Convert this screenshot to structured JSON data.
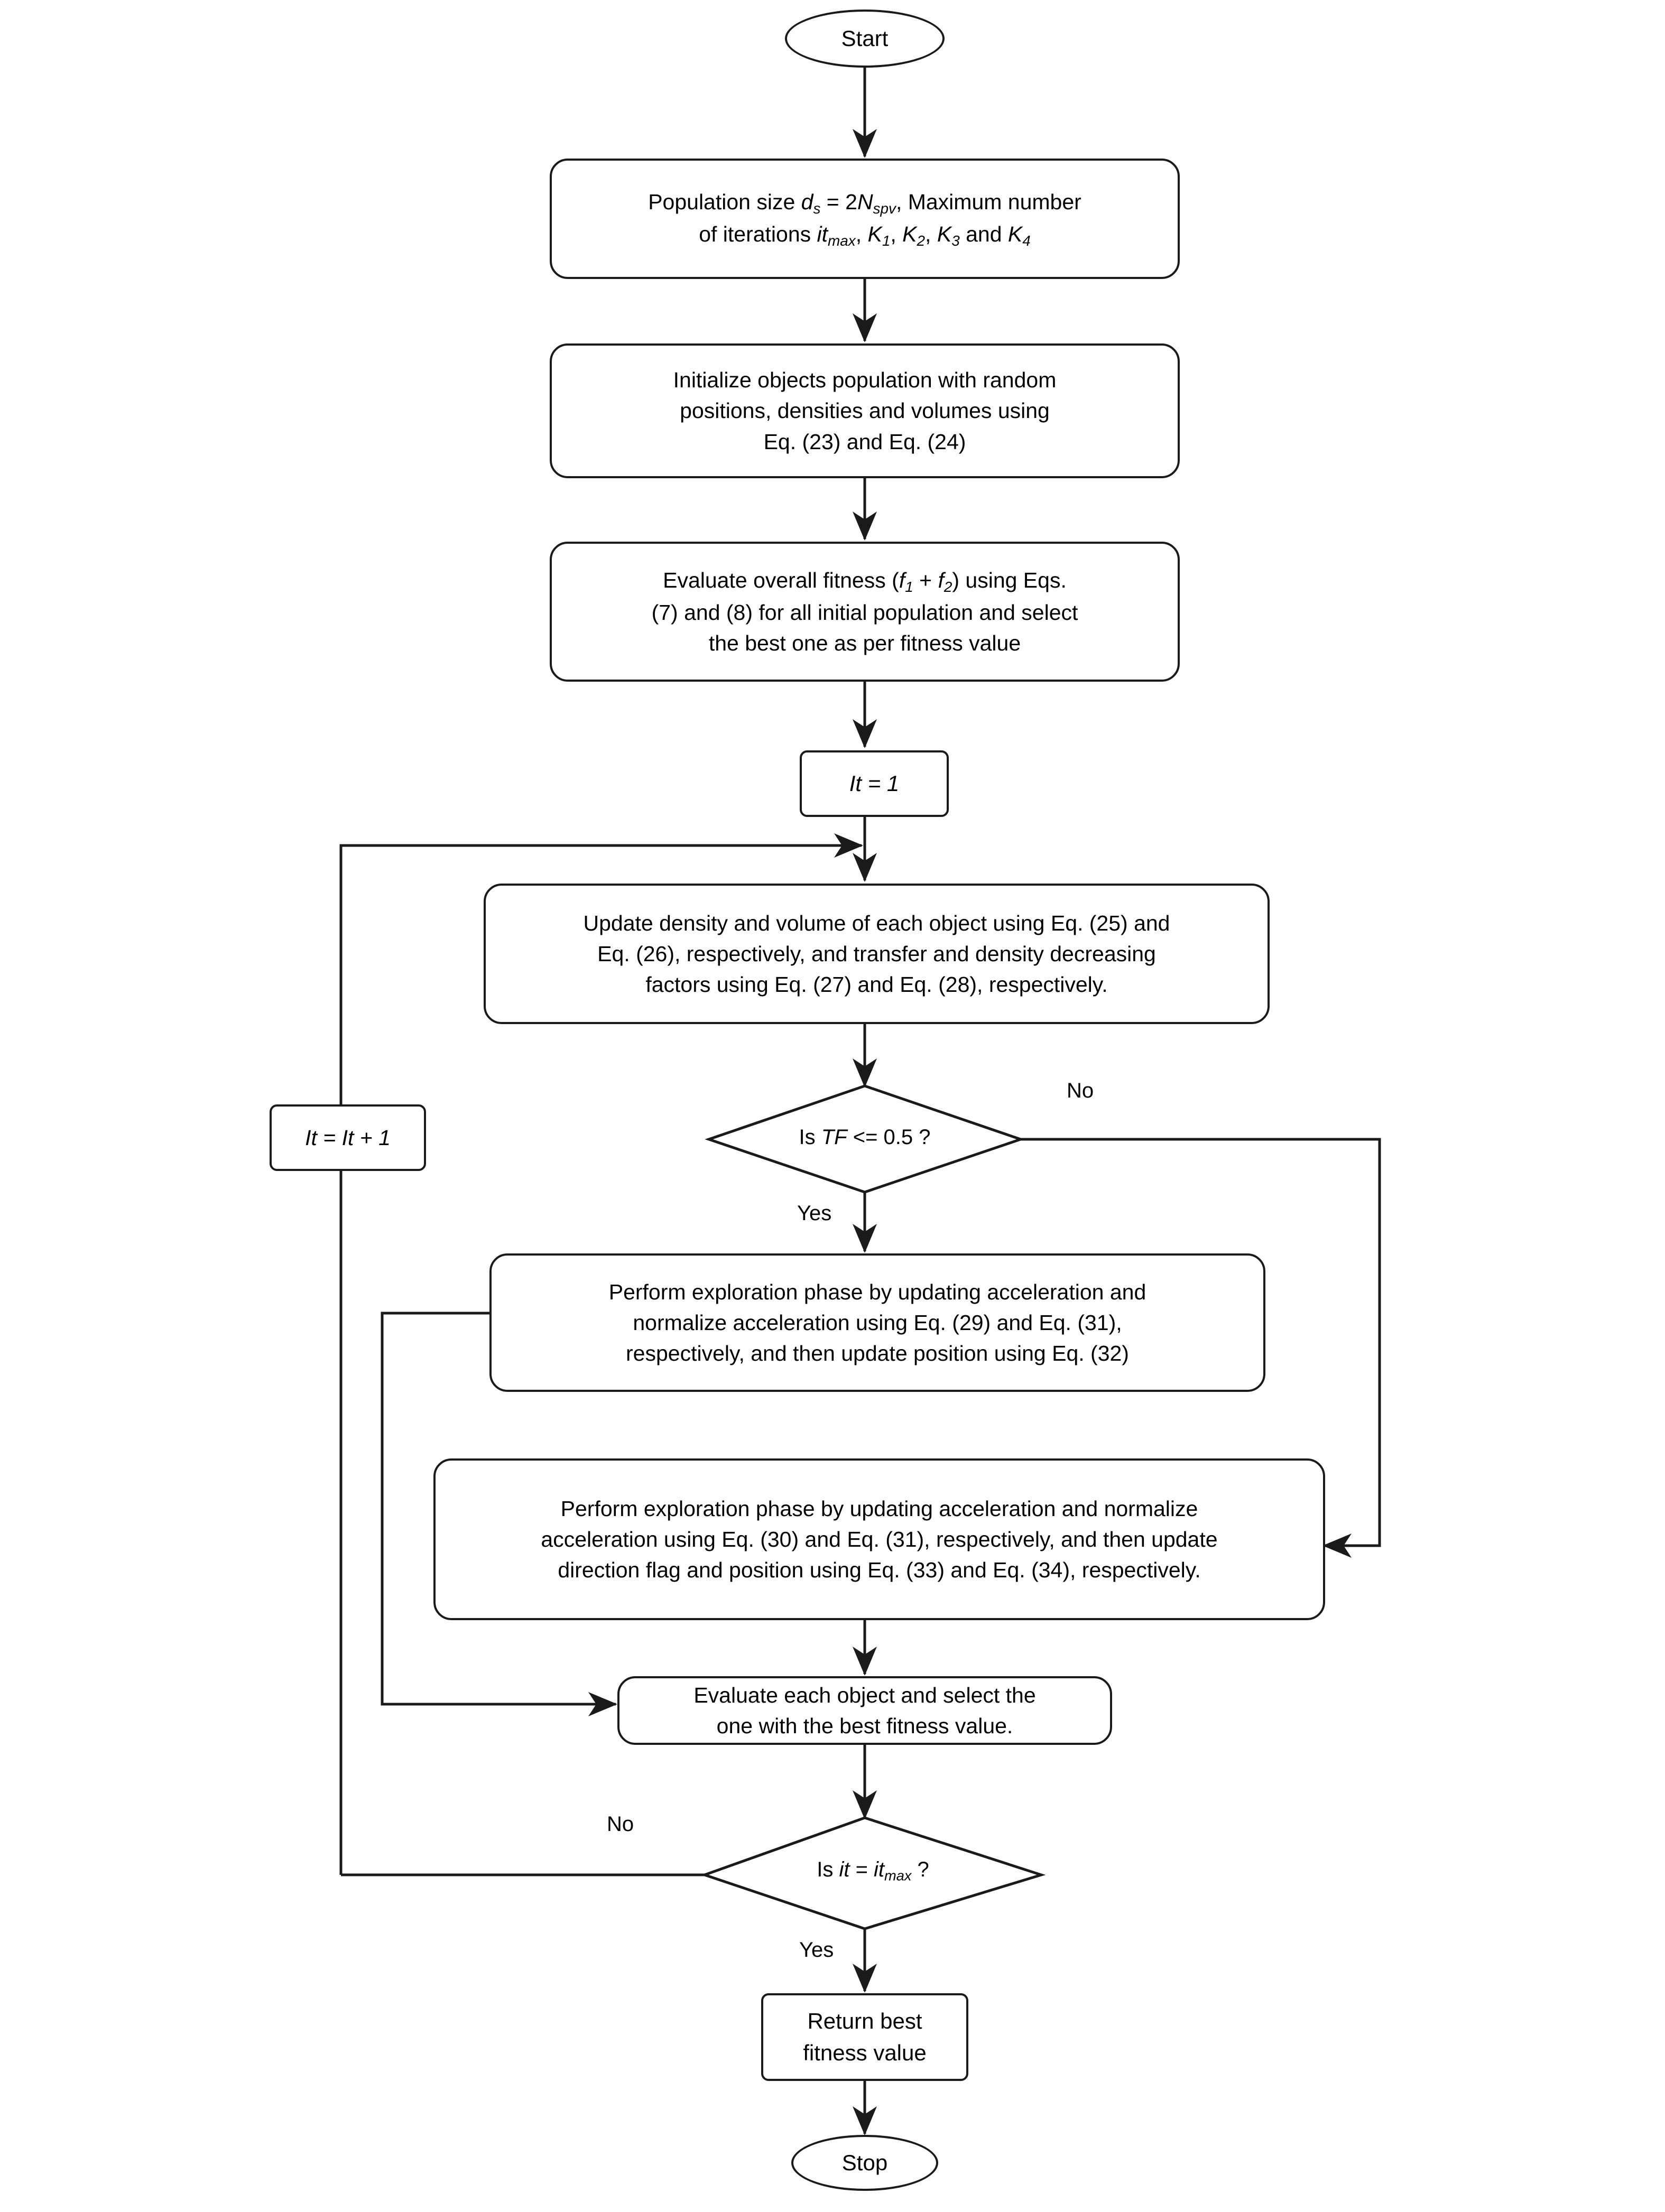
{
  "diagram": {
    "title": "Archimedes Optimization Algorithm flowchart",
    "stroke_color": "#1a1a1a",
    "background_color": "#ffffff"
  },
  "nodes": {
    "start": {
      "label": "Start",
      "shape": "terminator"
    },
    "params": {
      "shape": "process",
      "line1_a": "Population size ",
      "line1_b": "d",
      "line1_sub1": "s",
      "line1_c": " = 2",
      "line1_d": "N",
      "line1_sub2": "spv",
      "line1_e": ", Maximum number",
      "line2_a": "of iterations ",
      "line2_b": "it",
      "line2_sub1": "max",
      "line2_c": ", ",
      "line2_k1": "K",
      "line2_k1s": "1",
      "line2_d": ", ",
      "line2_k2": "K",
      "line2_k2s": "2",
      "line2_e": ", ",
      "line2_k3": "K",
      "line2_k3s": "3",
      "line2_f": " and ",
      "line2_k4": "K",
      "line2_k4s": "4"
    },
    "initialize": {
      "shape": "process",
      "line1": "Initialize objects population with random",
      "line2": "positions, densities and volumes using",
      "line3": "Eq. (23) and Eq. (24)"
    },
    "evaluate_overall": {
      "shape": "process",
      "line1_a": "Evaluate overall fitness (",
      "line1_f1": "f",
      "line1_f1s": "1",
      "line1_b": " + ",
      "line1_f2": "f",
      "line1_f2s": "2",
      "line1_c": ") using Eqs.",
      "line2": "(7) and (8) for all initial population and select",
      "line3": "the best one as per fitness value"
    },
    "it_init": {
      "shape": "process-small",
      "label": "It = 1"
    },
    "it_increment": {
      "shape": "process-small",
      "label": "It = It + 1"
    },
    "update_density": {
      "shape": "process",
      "line1": "Update density and volume of each object using Eq. (25) and",
      "line2": "Eq. (26), respectively, and transfer and density decreasing",
      "line3": "factors using Eq. (27) and Eq. (28), respectively."
    },
    "decision_tf": {
      "shape": "decision",
      "text_a": "Is ",
      "text_b": "TF",
      "text_c": " <= 0.5 ?"
    },
    "exploration_a": {
      "shape": "process",
      "line1": "Perform exploration phase by updating acceleration and",
      "line2": "normalize acceleration using Eq. (29) and Eq. (31),",
      "line3": "respectively, and then update position using Eq. (32)"
    },
    "exploration_b": {
      "shape": "process",
      "line1": "Perform exploration phase by updating acceleration and normalize",
      "line2": "acceleration using Eq. (30) and Eq. (31), respectively, and then update",
      "line3": "direction flag and position using Eq. (33) and Eq. (34), respectively."
    },
    "evaluate_each": {
      "shape": "process",
      "line1": "Evaluate each object and select the",
      "line2": "one with the best fitness value."
    },
    "decision_it": {
      "shape": "decision",
      "text_a": "Is ",
      "text_b": "it",
      "text_c": " = ",
      "text_d": "it",
      "text_sub": "max",
      "text_e": " ?"
    },
    "return_best": {
      "shape": "process-small",
      "line1": "Return best",
      "line2": "fitness value"
    },
    "stop": {
      "label": "Stop",
      "shape": "terminator"
    }
  },
  "edge_labels": {
    "tf_no": "No",
    "tf_yes": "Yes",
    "it_no": "No",
    "it_yes": "Yes"
  }
}
